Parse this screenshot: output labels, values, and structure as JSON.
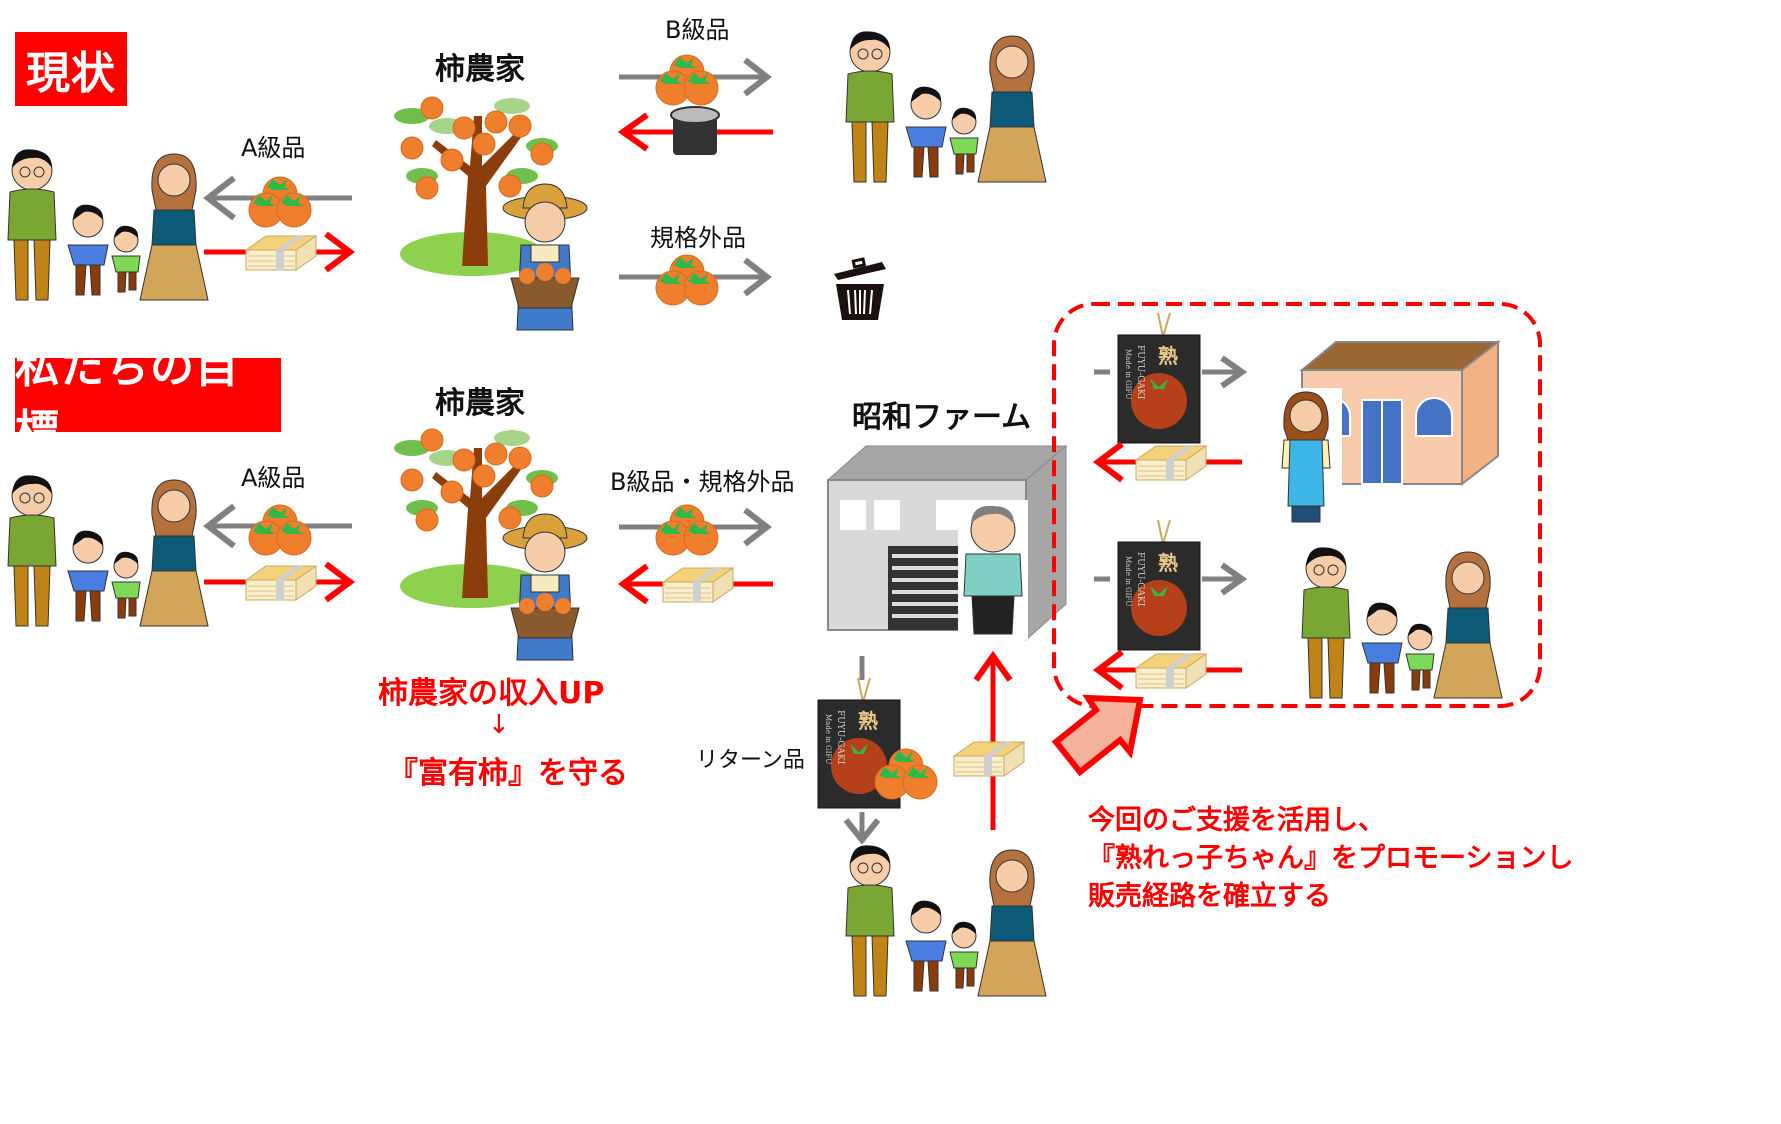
{
  "current": {
    "badge": "現状",
    "farmer_title": "柿農家",
    "a_grade_label": "A級品",
    "b_grade_label": "B級品",
    "offspec_label": "規格外品",
    "flows": [
      {
        "from": "farmer",
        "to": "family",
        "item": "persimmons",
        "label": "A級品",
        "color": "gray"
      },
      {
        "from": "family",
        "to": "farmer",
        "item": "banknotes",
        "color": "red"
      },
      {
        "from": "farmer",
        "to": "family",
        "item": "persimmons",
        "label": "B級品",
        "color": "gray"
      },
      {
        "from": "family",
        "to": "farmer",
        "item": "coins",
        "color": "red"
      },
      {
        "from": "farmer",
        "to": "trash",
        "item": "persimmons",
        "label": "規格外品",
        "color": "gray"
      }
    ]
  },
  "goal": {
    "badge": "私たちの目標",
    "farmer_title": "柿農家",
    "a_grade_label": "A級品",
    "b_offspec_label": "B級品・規格外品",
    "company_title": "昭和ファーム",
    "return_label": "リターン品",
    "outcome_line1": "柿農家の収入UP",
    "outcome_arrow": "↓",
    "outcome_line2": "『富有柿』を守る",
    "product": {
      "name_jp": "熟れっ子",
      "made_in": "Made in GIFU",
      "brand": "FUYU-GAKI"
    },
    "promotion_lines": [
      "今回のご支援を活用し、",
      "『熟れっ子ちゃん』をプロモーションし",
      "販売経路を確立する"
    ]
  },
  "colors": {
    "accent_red": "#ff0000",
    "arrow_gray": "#808080",
    "persimmon": "#ef7f2c",
    "leaf_green": "#2eb84a",
    "shop_wall": "#f8cbad",
    "shop_roof": "#9a6633",
    "building_gray": "#d9d9d9"
  }
}
